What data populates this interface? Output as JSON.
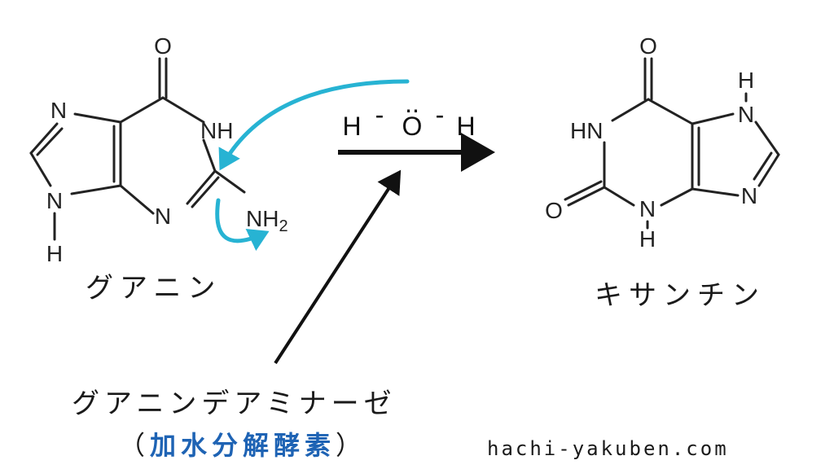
{
  "reactant": {
    "name": "グアニン",
    "atoms": {
      "o": "O",
      "n_ring5_top": "N",
      "nh_ring6": "NH",
      "n_ring5_bottom": "N",
      "h_ring5": "H",
      "n_ring6_bottom": "N",
      "nh2": "NH",
      "nh2_sub": "2"
    }
  },
  "reagent": {
    "h_left": "H",
    "dash_left": "-",
    "o": "O",
    "lone_pair": "..",
    "dash_right": "-",
    "h_right": "H"
  },
  "product": {
    "name": "キサンチン",
    "atoms": {
      "o_top": "O",
      "h_top": "H",
      "n_top": "N",
      "hn_left": "HN",
      "n_right": "N",
      "o_left": "O",
      "n_bottom": "N",
      "h_bottom": "H"
    }
  },
  "enzyme": {
    "name": "グアニンデアミナーゼ",
    "paren_open": "（",
    "type": "加水分解酵素",
    "paren_close": "）"
  },
  "watermark": "hachi-yakuben.com",
  "colors": {
    "curved_arrows": "#27b3d3",
    "enzyme_type": "#1e63b4",
    "structure": "#222222"
  }
}
